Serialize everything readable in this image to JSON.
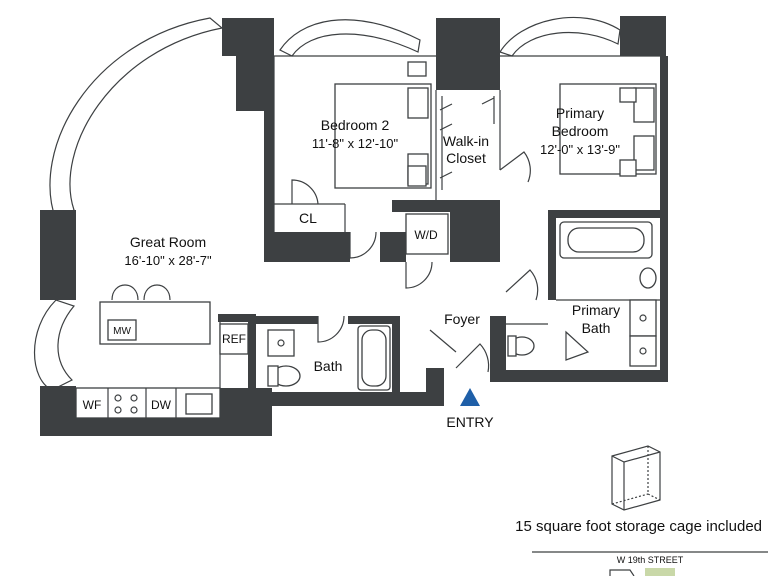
{
  "rooms": {
    "great_room": {
      "name": "Great Room",
      "dims": "16'-10\" x 28'-7\""
    },
    "bedroom2": {
      "name": "Bedroom 2",
      "dims": "11'-8\" x 12'-10\""
    },
    "primary_bedroom": {
      "name_line1": "Primary",
      "name_line2": "Bedroom",
      "dims": "12'-0\" x 13'-9\""
    },
    "walkin_closet": {
      "line1": "Walk-in",
      "line2": "Closet"
    },
    "closet": "CL",
    "washer_dryer": "W/D",
    "foyer": "Foyer",
    "bath": "Bath",
    "primary_bath": {
      "line1": "Primary",
      "line2": "Bath"
    }
  },
  "appliances": {
    "microwave": "MW",
    "refrigerator": "REF",
    "wine_fridge": "WF",
    "dishwasher": "DW"
  },
  "entry": {
    "label": "ENTRY",
    "color": "#1f5fa8"
  },
  "storage": {
    "caption": "15 square foot storage cage included"
  },
  "site": {
    "street": "W 19th STREET"
  },
  "colors": {
    "wall": "#3d4042",
    "background": "#ffffff"
  }
}
